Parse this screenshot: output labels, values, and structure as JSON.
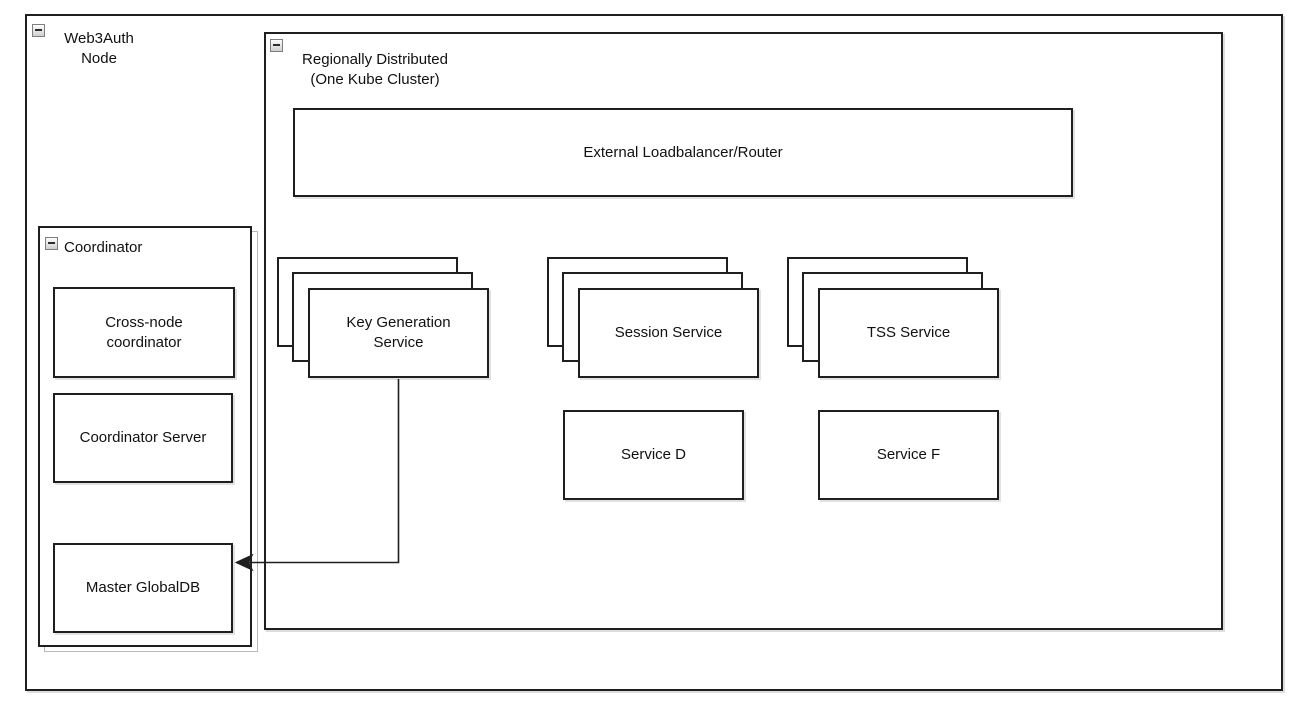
{
  "canvas": {
    "background": "#ffffff",
    "line_color": "#1f1f1f",
    "shadow_color": "#b9b9b9"
  },
  "groups": {
    "web3auth": {
      "label": "Web3Auth\nNode",
      "icon": "collapse-minus"
    },
    "region": {
      "label": "Regionally Distributed\n(One Kube Cluster)",
      "icon": "collapse-minus"
    },
    "coordinator": {
      "label": "Coordinator",
      "icon": "collapse-minus"
    }
  },
  "nodes": {
    "loadbalancer": {
      "label": "External Loadbalancer/Router"
    },
    "key_generation_service": {
      "label": "Key Generation\nService",
      "replicas": 3
    },
    "session_service": {
      "label": "Session Service",
      "replicas": 3
    },
    "tss_service": {
      "label": "TSS Service",
      "replicas": 3
    },
    "service_d": {
      "label": "Service D"
    },
    "service_f": {
      "label": "Service F"
    },
    "cross_node_coordinator": {
      "label": "Cross-node\ncoordinator"
    },
    "coordinator_server": {
      "label": "Coordinator Server"
    },
    "master_globaldb": {
      "label": "Master GlobalDB"
    }
  },
  "edges": [
    {
      "from": "key_generation_service",
      "to": "master_globaldb",
      "style": "orthogonal",
      "arrow": "classic-left"
    }
  ]
}
